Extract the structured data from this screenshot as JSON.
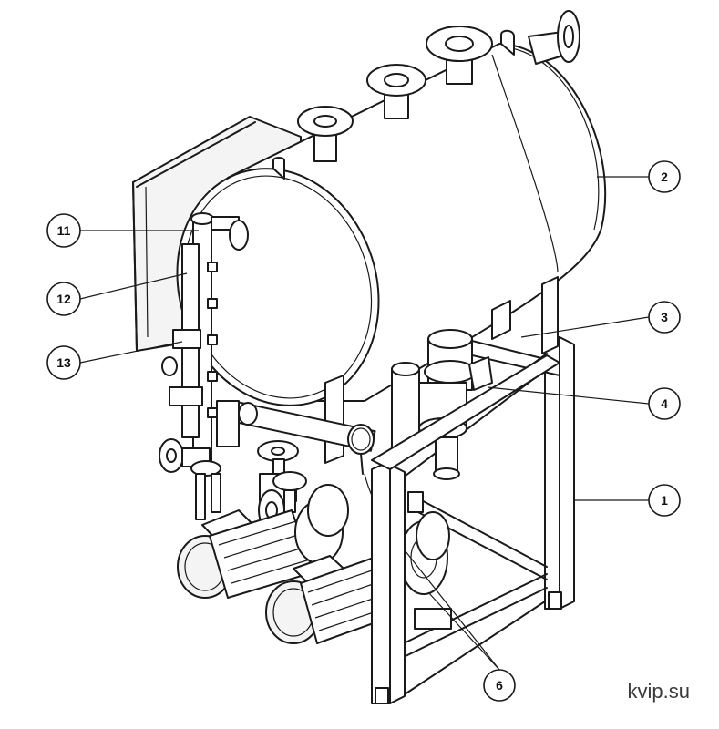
{
  "callouts": [
    {
      "id": "c1",
      "label": "1"
    },
    {
      "id": "c2",
      "label": "2"
    },
    {
      "id": "c3",
      "label": "3"
    },
    {
      "id": "c4",
      "label": "4"
    },
    {
      "id": "c6",
      "label": "6"
    },
    {
      "id": "c11",
      "label": "11"
    },
    {
      "id": "c12",
      "label": "12"
    },
    {
      "id": "c13",
      "label": "13"
    }
  ],
  "watermark": "kvip.su",
  "colors": {
    "line": "#1a1a1a",
    "background": "#ffffff"
  }
}
